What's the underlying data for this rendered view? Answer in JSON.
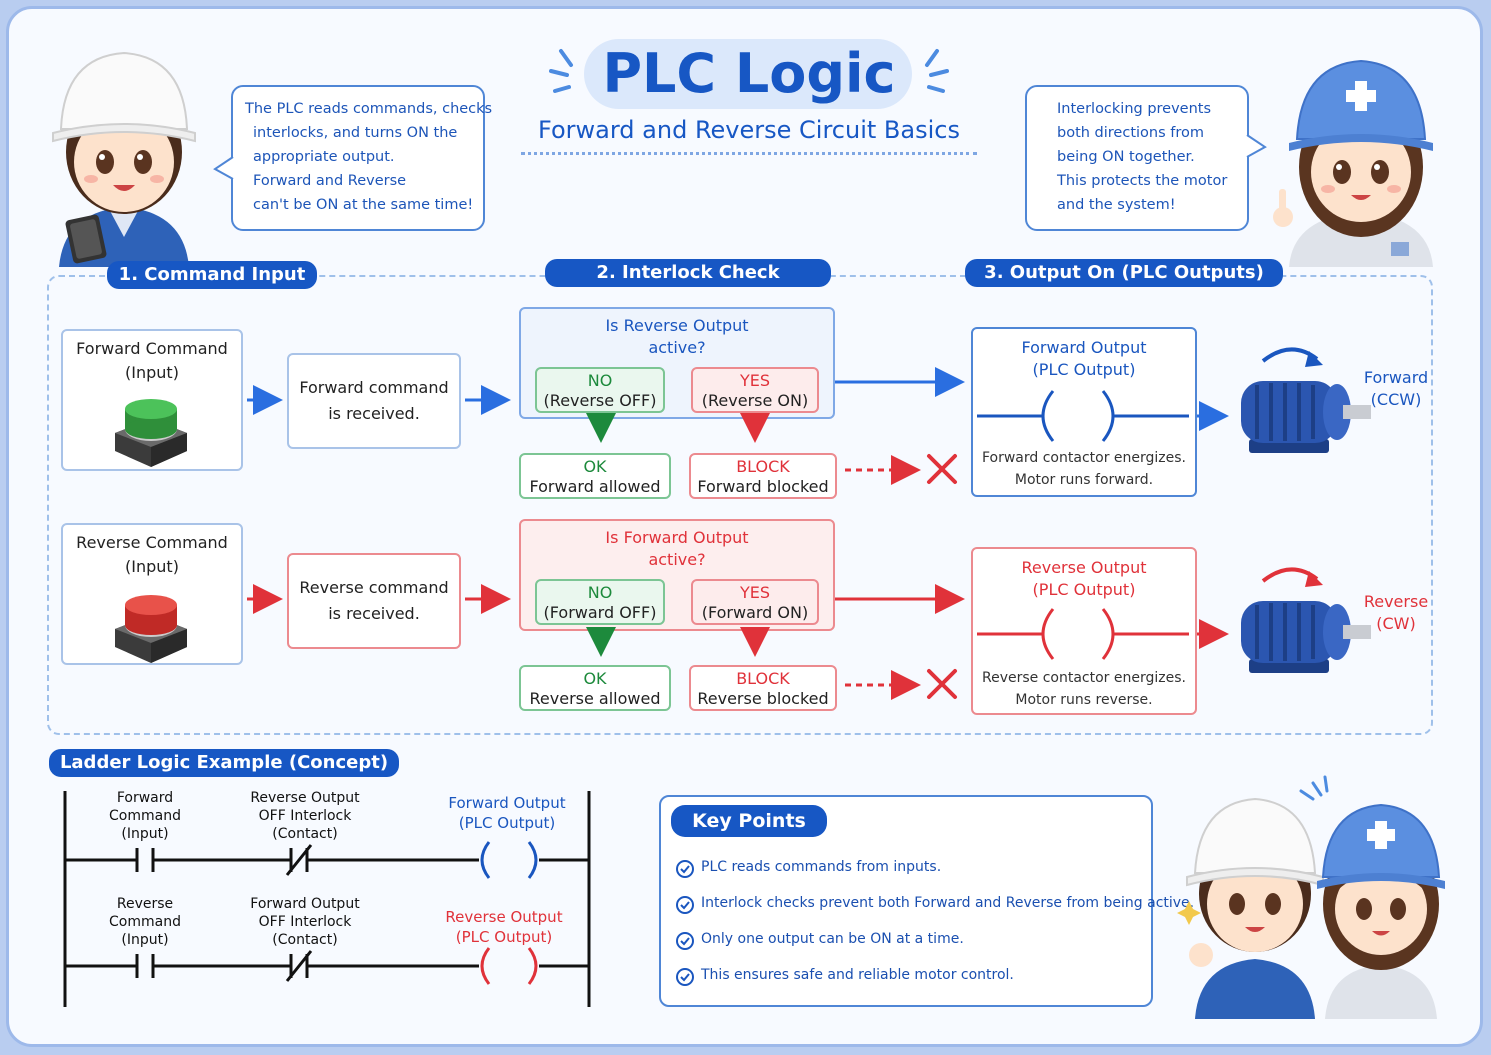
{
  "header": {
    "title": "PLC Logic",
    "subtitle": "Forward and Reverse Circuit Basics"
  },
  "bubble_left": {
    "lines": [
      "The PLC reads commands, checks",
      "interlocks, and turns ON the",
      "appropriate output.",
      "Forward and Reverse",
      "can't be ON at the same time!"
    ]
  },
  "bubble_right": {
    "lines": [
      "Interlocking prevents",
      "both directions from",
      "being ON together.",
      "This protects the motor",
      "and the system!"
    ]
  },
  "steps": {
    "step1": "1. Command Input",
    "step2": "2. Interlock Check",
    "step3": "3. Output On (PLC Outputs)"
  },
  "forward_row": {
    "command_lines": [
      "Forward Command",
      "(Input)"
    ],
    "received_lines": [
      "Forward command",
      "is received."
    ],
    "question_lines": [
      "Is Reverse Output",
      "active?"
    ],
    "no_lines": [
      "NO",
      "(Reverse OFF)"
    ],
    "yes_lines": [
      "YES",
      "(Reverse ON)"
    ],
    "ok_lines": [
      "OK",
      "Forward allowed"
    ],
    "block_lines": [
      "BLOCK",
      "Forward blocked"
    ],
    "output_lines": [
      "Forward Output",
      "(PLC Output)"
    ],
    "output_desc_lines": [
      "Forward contactor energizes.",
      "Motor runs forward."
    ],
    "direction_lines": [
      "Forward",
      "(CCW)"
    ]
  },
  "reverse_row": {
    "command_lines": [
      "Reverse Command",
      "(Input)"
    ],
    "received_lines": [
      "Reverse command",
      "is received."
    ],
    "question_lines": [
      "Is Forward Output",
      "active?"
    ],
    "no_lines": [
      "NO",
      "(Forward OFF)"
    ],
    "yes_lines": [
      "YES",
      "(Forward ON)"
    ],
    "ok_lines": [
      "OK",
      "Reverse allowed"
    ],
    "block_lines": [
      "BLOCK",
      "Reverse blocked"
    ],
    "output_lines": [
      "Reverse Output",
      "(PLC Output)"
    ],
    "output_desc_lines": [
      "Reverse contactor energizes.",
      "Motor runs reverse."
    ],
    "direction_lines": [
      "Reverse",
      "(CW)"
    ]
  },
  "ladder": {
    "title": "Ladder Logic Example (Concept)",
    "rung1": {
      "input_lines": [
        "Forward",
        "Command",
        "(Input)"
      ],
      "interlock_lines": [
        "Reverse Output",
        "OFF Interlock",
        "(Contact)"
      ],
      "coil_lines": [
        "Forward Output",
        "(PLC Output)"
      ]
    },
    "rung2": {
      "input_lines": [
        "Reverse",
        "Command",
        "(Input)"
      ],
      "interlock_lines": [
        "Forward Output",
        "OFF Interlock",
        "(Contact)"
      ],
      "coil_lines": [
        "Reverse Output",
        "(PLC Output)"
      ]
    }
  },
  "key_points": {
    "title": "Key Points",
    "items": [
      "PLC reads commands from inputs.",
      "Interlock checks prevent both Forward and Reverse from being active.",
      "Only one output can be ON at a time.",
      "This ensures safe and reliable motor control."
    ]
  },
  "colors": {
    "primary_blue": "#1757c4",
    "red": "#e0323a",
    "green": "#1d8a3c",
    "forward_button": "#3fae4a",
    "reverse_button": "#e0443c",
    "motor": "#2b56b0"
  },
  "icons": {
    "forward_button": "green-push-button-icon",
    "reverse_button": "red-push-button-icon",
    "motor": "electric-motor-icon",
    "block": "x-mark-icon",
    "check": "check-circle-icon",
    "engineer_male": "engineer-male-illustration",
    "engineer_female": "engineer-female-illustration"
  }
}
